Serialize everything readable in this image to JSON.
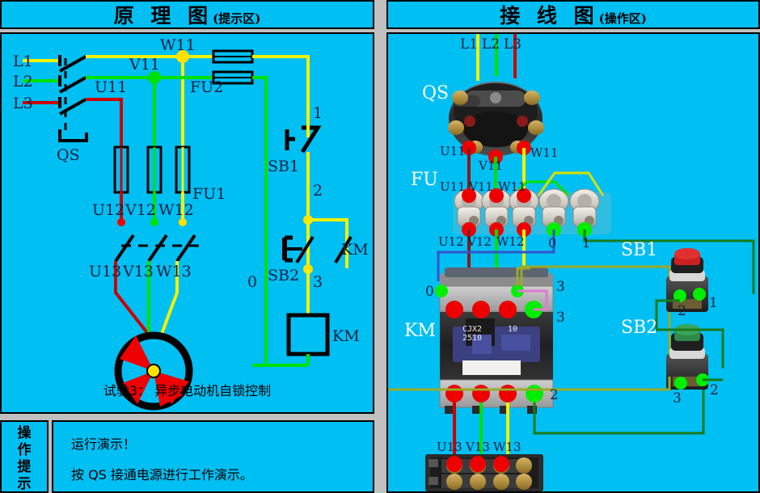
{
  "left_panel": {
    "header": {
      "title": "原  理  图",
      "subtitle": "(提示区)"
    },
    "caption": "试验3： 异步电动机自锁控制",
    "line_labels": {
      "l1": "L1",
      "l2": "L2",
      "l3": "L3"
    },
    "switch_label": "QS",
    "upper_phase_labels": {
      "u11": "U11",
      "v11": "V11",
      "w11": "W11"
    },
    "fuse_main_label": "FU1",
    "fuse_control_label": "FU2",
    "mid_phase_labels": {
      "u12": "U12",
      "v12": "V12",
      "w12": "W12"
    },
    "lower_phase_labels": {
      "u13": "U13",
      "v13": "V13",
      "w13": "W13"
    },
    "button_stop_label": "SB1",
    "button_start_label": "SB2",
    "contact_km_label": "KM",
    "coil_km_label": "KM",
    "node_numbers": {
      "n1": "1",
      "n2": "2",
      "n3": "3",
      "n0": "0"
    }
  },
  "right_panel": {
    "header": {
      "title": "接  线  图",
      "subtitle": "(操作区)"
    },
    "supply_labels": {
      "l1": "L1",
      "l2": "L2",
      "l3": "L3"
    },
    "qs_label": "QS",
    "qs_out_labels": {
      "u11": "U11",
      "v11": "V11",
      "w11": "W11"
    },
    "fu_label": "FU",
    "fu_in_labels": {
      "u11": "U11",
      "v11": "V11",
      "w11": "W11"
    },
    "fu_out_labels": {
      "u12": "U12",
      "v12": "V12",
      "w12": "W12",
      "n0": "0",
      "n1": "1"
    },
    "km_label": "KM",
    "km_model_line1": "CJX2",
    "km_model_line2": "2510",
    "km_model_suffix": "10",
    "km_terminal_numbers": {
      "top_left": "0",
      "top_right": "3",
      "aux": "3",
      "bottom_right": "2"
    },
    "sb1_label": "SB1",
    "sb1_terminals": {
      "t1": "1",
      "t2": "2"
    },
    "sb2_label": "SB2",
    "sb2_terminals": {
      "t3": "3",
      "t2": "2"
    },
    "motor_terminal_labels": {
      "u13": "U13",
      "v13": "V13",
      "w13": "W13"
    }
  },
  "hint_panel": {
    "vertical_label": "操作提示",
    "line1": "运行演示！",
    "line2": "按 QS 接通电源进行工作演示。"
  },
  "colors": {
    "background": "#00bff3",
    "wire_red": "#cc0000",
    "wire_green": "#00e000",
    "wire_yellow": "#f2f200",
    "wire_dark_green": "#1a7a1a",
    "wire_blue": "#3355cc",
    "wire_olive": "#9aaa2a",
    "wire_pink": "#e07ad0",
    "node_red": "#ee0000",
    "node_green": "#00ee00",
    "node_yellow": "#ffe000",
    "text": "#102040",
    "white_text": "#ffffff"
  }
}
